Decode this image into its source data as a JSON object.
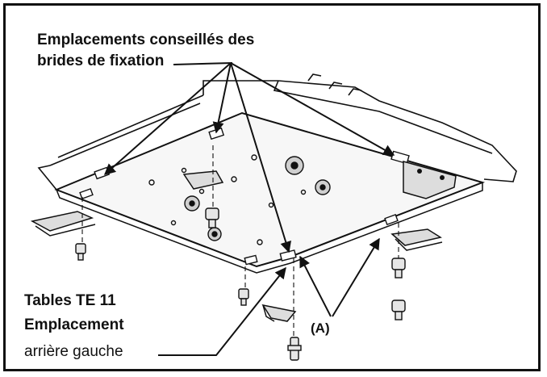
{
  "labels": {
    "recommended_title_line1": "Emplacements conseillés des",
    "recommended_title_line2": "brides de fixation",
    "tables_line1": "Tables  TE 11",
    "tables_line2": "Emplacement",
    "tables_line3": "arrière gauche",
    "marker_a": "(A)"
  },
  "colors": {
    "ink": "#111111",
    "plate": "#f7f7f7",
    "shade": "#cfcfcf"
  }
}
